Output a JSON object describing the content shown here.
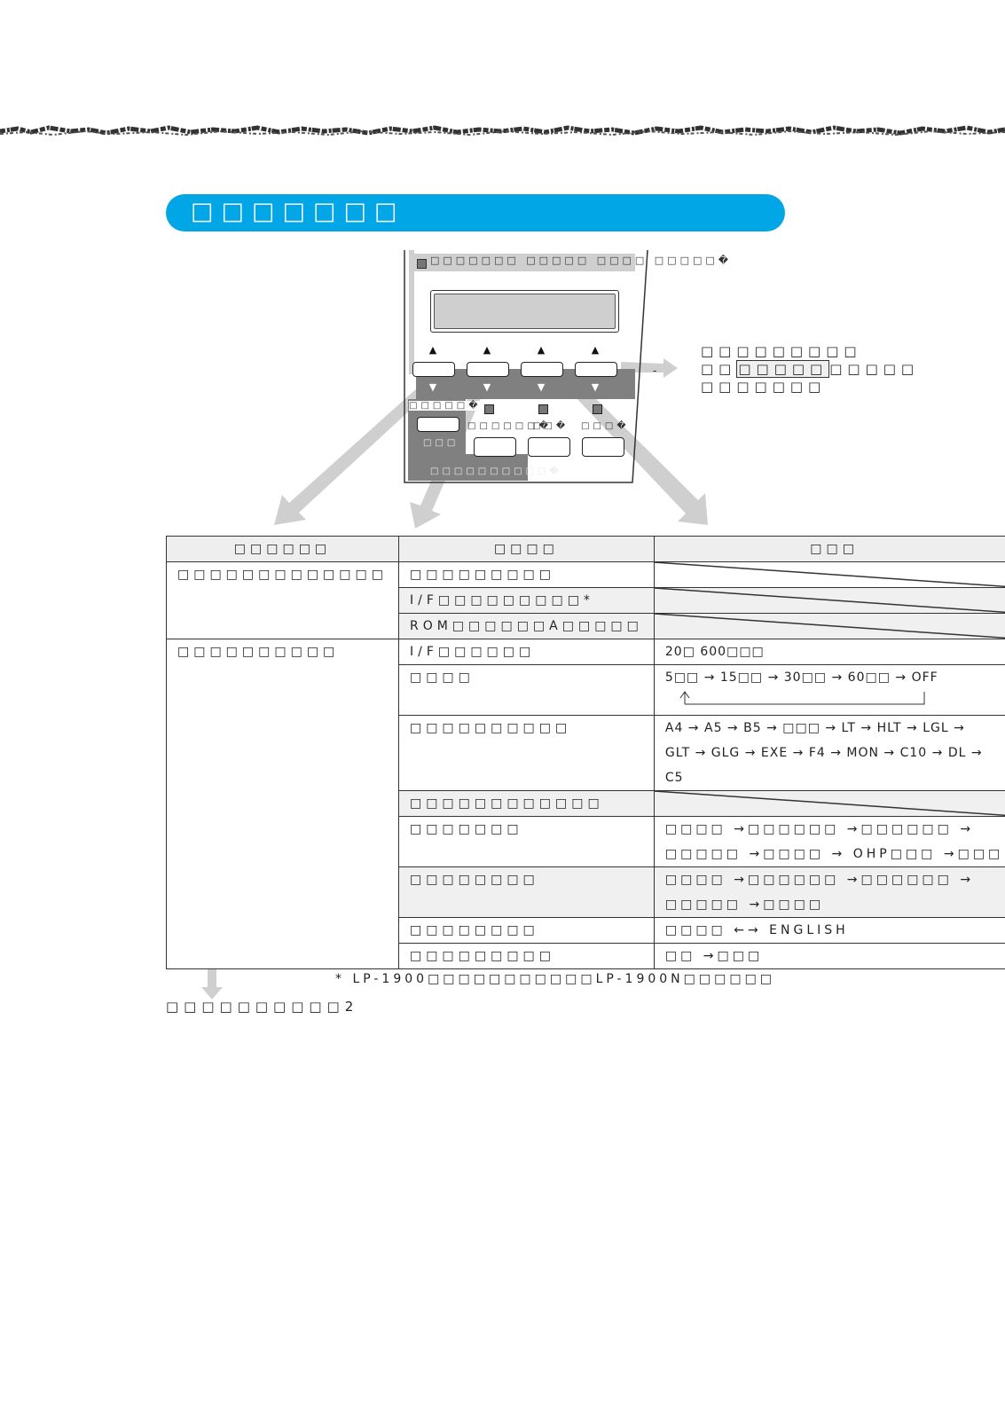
{
  "section": {
    "title": "□□□□□□□"
  },
  "panel": {
    "strip_text": "□□□□□□□  □□□□□  □□□□  □□□□□�",
    "label_left": "□□□□□�",
    "label_mid": "□□□□□□�",
    "label_mid2": "□□�",
    "label_right": "□□□�",
    "label_lower": "□□□",
    "label_bottom": "□□□□□□□□□□�"
  },
  "note": {
    "line1": "□□□□□□□□□",
    "line2_pre": "□□",
    "line2_box": "□□□□□",
    "line2_post": "□□□□□",
    "line3": "□□□□□□□"
  },
  "table": {
    "headers": [
      "□□□□□□",
      "□□□□",
      "□□□"
    ],
    "group1": {
      "label": "□□□□□□□□□□□□□",
      "rows": [
        {
          "item": "□□□□□□□□□"
        },
        {
          "item": "I/F□□□□□□□□□*"
        },
        {
          "item": "ROM□□□□□□A□□□□□"
        }
      ]
    },
    "group2": {
      "label": "□□□□□□□□□□",
      "rows": [
        {
          "item": "I/F□□□□□□",
          "value": "20□ 600□□□"
        },
        {
          "item": "□□□□",
          "value": "5□□ → 15□□ → 30□□ → 60□□ → OFF"
        },
        {
          "item": "□□□□□□□□□□",
          "value_lines": [
            "A4 → A5 → B5 → □□□ → LT → HLT → LGL →",
            "GLT → GLG → EXE → F4 → MON → C10 → DL →",
            "C5"
          ]
        },
        {
          "item": "□□□□□□□□□□□□"
        },
        {
          "item": "□□□□□□□",
          "value_lines": [
            "□□□□ →□□□□□□ →□□□□□□ →",
            "□□□□□ →□□□□ → OHP□□□ →□□□"
          ]
        },
        {
          "item": "□□□□□□□□",
          "value_lines": [
            "□□□□ →□□□□□□ →□□□□□□ →",
            "□□□□□ →□□□□"
          ]
        },
        {
          "item": "□□□□□□□□",
          "value": "□□□□ ←→ ENGLISH"
        },
        {
          "item": "□□□□□□□□□",
          "value": "□□ →□□□"
        }
      ]
    }
  },
  "footnote": "*   LP-1900□□□□□□□□□□□LP-1900N□□□□□□",
  "continue_text": "□□□□□□□□□□2"
}
